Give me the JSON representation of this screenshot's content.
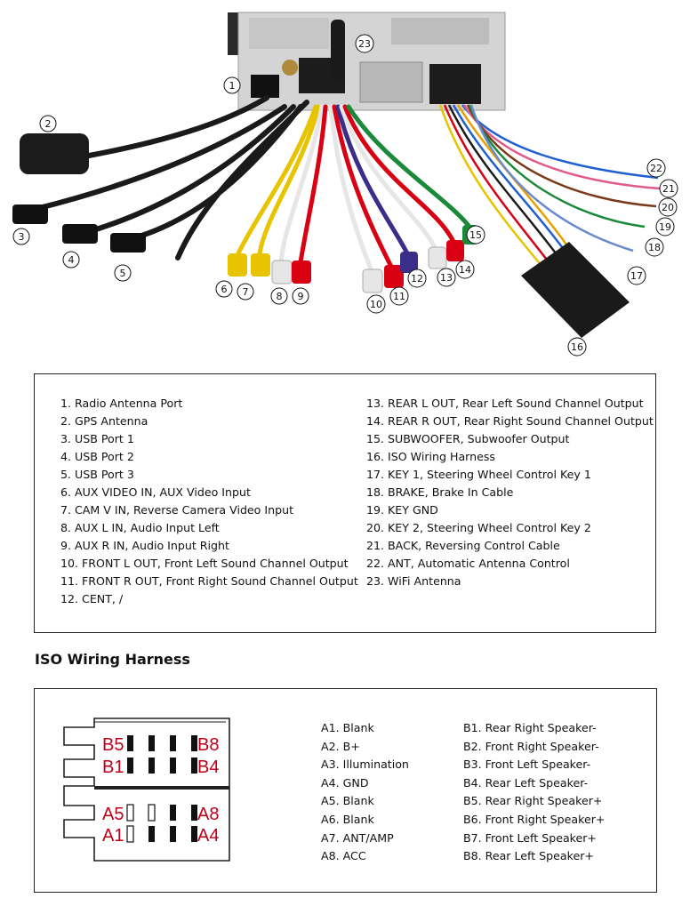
{
  "callouts": [
    "1",
    "2",
    "3",
    "4",
    "5",
    "6",
    "7",
    "8",
    "9",
    "10",
    "11",
    "12",
    "13",
    "14",
    "15",
    "16",
    "17",
    "18",
    "19",
    "20",
    "21",
    "22",
    "23"
  ],
  "legend": [
    "1. Radio Antenna Port",
    "2. GPS Antenna",
    "3. USB Port 1",
    "4. USB Port 2",
    "5. USB Port 3",
    "6. AUX VIDEO IN, AUX Video Input",
    "7. CAM V IN, Reverse Camera Video Input",
    "8. AUX L IN, Audio Input Left",
    "9. AUX R IN, Audio Input Right",
    "10. FRONT L OUT, Front Left Sound Channel Output",
    "11. FRONT R OUT, Front Right Sound Channel Output",
    "12. CENT, /",
    "13. REAR L OUT, Rear Left Sound Channel Output",
    "14. REAR R OUT, Rear Right Sound Channel Output",
    "15. SUBWOOFER, Subwoofer Output",
    "16. ISO Wiring Harness",
    "17. KEY 1, Steering Wheel Control Key 1",
    "18. BRAKE, Brake In Cable",
    "19. KEY GND",
    "20. KEY 2, Steering Wheel Control Key 2",
    "21. BACK, Reversing Control Cable",
    "22. ANT, Automatic Antenna Control",
    "23. WiFi Antenna"
  ],
  "iso_title": "ISO Wiring Harness",
  "connector_labels": [
    "B5",
    "B8",
    "B1",
    "B4",
    "A5",
    "A8",
    "A1",
    "A4"
  ],
  "pins_a": [
    "A1. Blank",
    "A2. B+",
    "A3. Illumination",
    "A4. GND",
    "A5. Blank",
    "A6. Blank",
    "A7. ANT/AMP",
    "A8. ACC"
  ],
  "pins_b": [
    "B1. Rear Right Speaker-",
    "B2. Front Right Speaker-",
    "B3. Front Left Speaker-",
    "B4. Rear Left Speaker-",
    "B5. Rear Right Speaker+",
    "B6. Front Right Speaker+",
    "B7. Front Left Speaker+",
    "B8. Rear Left Speaker+"
  ],
  "colors": {
    "label_red": "#c0001a",
    "border": "#222222"
  }
}
